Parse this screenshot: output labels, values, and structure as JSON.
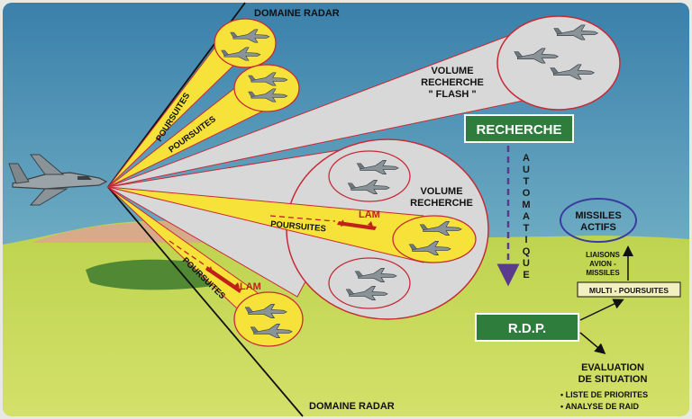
{
  "labels": {
    "domain_radar_top": "DOMAINE RADAR",
    "domain_radar_bottom": "DOMAINE RADAR",
    "poursuites_a": "POURSUITES",
    "poursuites_b": "POURSUITES",
    "poursuites_c": "POURSUITES",
    "poursuites_d": "POURSUITES",
    "volume_flash_1": "VOLUME",
    "volume_flash_2": "RECHERCHE",
    "volume_flash_3": "\" FLASH \"",
    "volume_rech_1": "VOLUME",
    "volume_rech_2": "RECHERCHE",
    "lam_top": "LAM",
    "lam_bottom": "LAM",
    "recherche_box": "RECHERCHE",
    "automatique": "AUTOMATIQUE",
    "missiles_1": "MISSILES",
    "missiles_2": "ACTIFS",
    "liaisons_1": "LIAISONS",
    "liaisons_2": "AVION -",
    "liaisons_3": "MISSILES",
    "multi_poursuites": "MULTI - POURSUITES",
    "rdp_box": "R.D.P.",
    "evaluation_1": "EVALUATION",
    "evaluation_2": "DE SITUATION",
    "liste_priorites": "• LISTE DE PRIORITES",
    "analyse_raid": "• ANALYSE DE RAID"
  },
  "colors": {
    "sky_top": "#3c84ae",
    "sky_bottom": "#a9d1cd",
    "ground": "#c2d64e",
    "mountain": "#dca394",
    "beam_yellow": "#f7e23a",
    "beam_gray": "#d8d8d8",
    "ellipse_border": "#c72a37",
    "box_green": "#2f7d3c",
    "missile_red": "#c0201a",
    "dashed_arrow": "#5a3a8c"
  },
  "icons": {
    "own_aircraft": "rafale-jet-icon",
    "target_aircraft": "mirage-jet-icon",
    "missile": "missile-icon"
  }
}
